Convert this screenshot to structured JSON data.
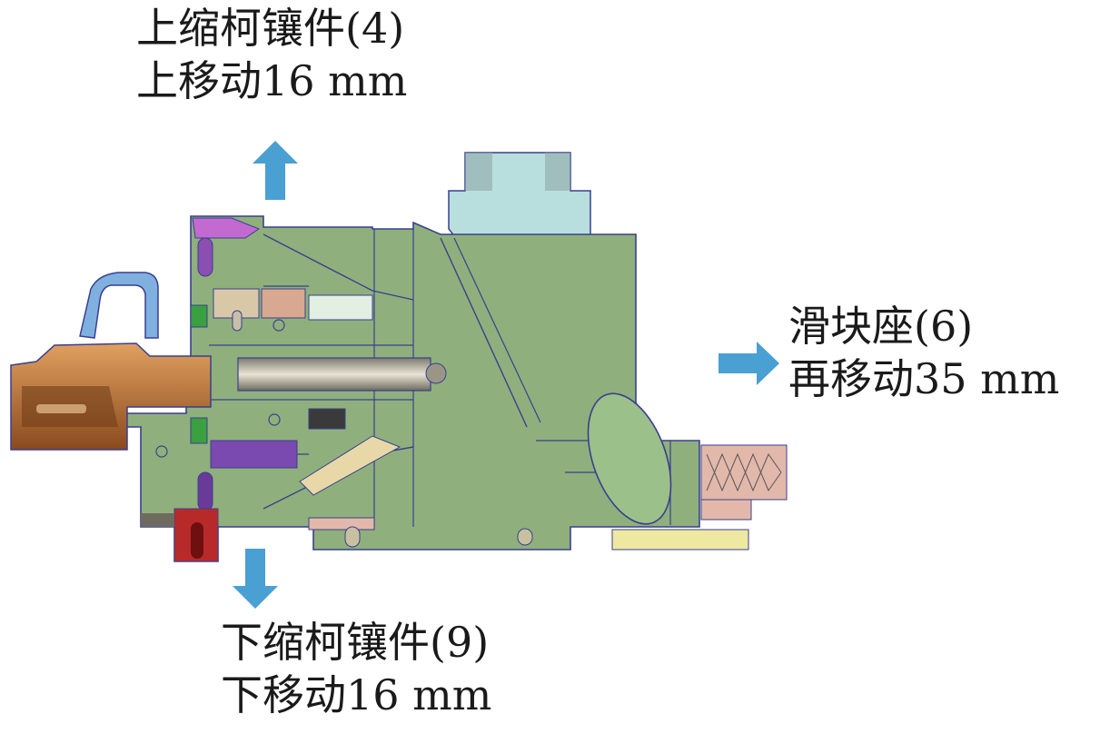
{
  "labels": {
    "upper_insert": {
      "name": "上缩柯镶件(4)",
      "motion": "上移动16 mm"
    },
    "slider_seat": {
      "name": "滑块座(6)",
      "motion": "再移动35 mm"
    },
    "lower_insert": {
      "name": "下缩柯镶件(9)",
      "motion": "下移动16 mm"
    }
  },
  "colors": {
    "arrow": "#4a9fd3",
    "body_green": "#8fb07c",
    "outline": "#3a3f8f",
    "guide_block": "#b9dede",
    "angle_pin": "#8a4a1e",
    "product_orange": "#c07a3a",
    "insert_purple": "#8a4fb0",
    "insert_magenta": "#c26ad0",
    "lower_red": "#a22a24",
    "pink_block": "#e2b8aa",
    "yellow_plate": "#eee9a0",
    "blue_part": "#7fb0e0"
  },
  "icons": {
    "up": "arrow-up-icon",
    "right": "arrow-right-icon",
    "down": "arrow-down-icon"
  }
}
